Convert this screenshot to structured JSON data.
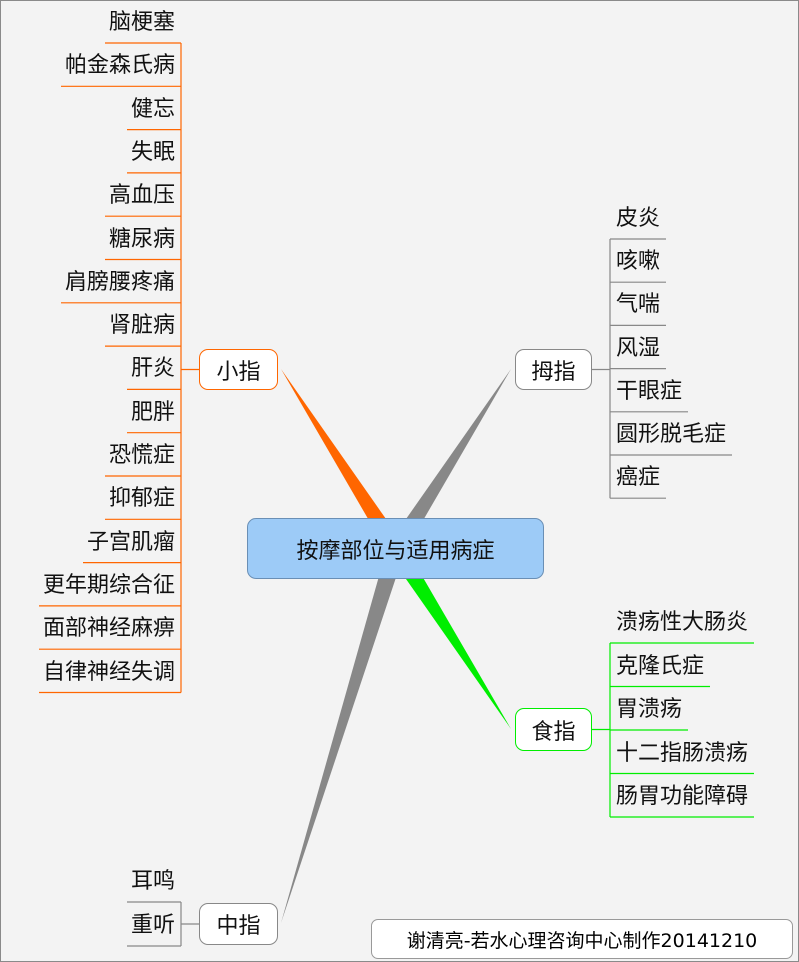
{
  "center": "按摩部位与适用病症",
  "branches": [
    {
      "id": "little",
      "label": "小指",
      "color": "#ff6600",
      "side": "left",
      "items": [
        "脑梗塞",
        "帕金森氏病",
        "健忘",
        "失眠",
        "高血压",
        "糖尿病",
        "肩膀腰疼痛",
        "肾脏病",
        "肝炎",
        "肥胖",
        "恐慌症",
        "抑郁症",
        "子宫肌瘤",
        "更年期综合征",
        "面部神经麻痹",
        "自律神经失调"
      ]
    },
    {
      "id": "thumb",
      "label": "拇指",
      "color": "#888888",
      "side": "right",
      "items": [
        "皮炎",
        "咳嗽",
        "气喘",
        "风湿",
        "干眼症",
        "圆形脱毛症",
        "癌症"
      ]
    },
    {
      "id": "index",
      "label": "食指",
      "color": "#00ee00",
      "side": "right",
      "items": [
        "溃疡性大肠炎",
        "克隆氏症",
        "胃溃疡",
        "十二指肠溃疡",
        "肠胃功能障碍"
      ]
    },
    {
      "id": "middle",
      "label": "中指",
      "color": "#888888",
      "side": "left",
      "items": [
        "耳鸣",
        "重听"
      ]
    }
  ],
  "footer": "谢清亮-若水心理咨询中心制作20141210"
}
